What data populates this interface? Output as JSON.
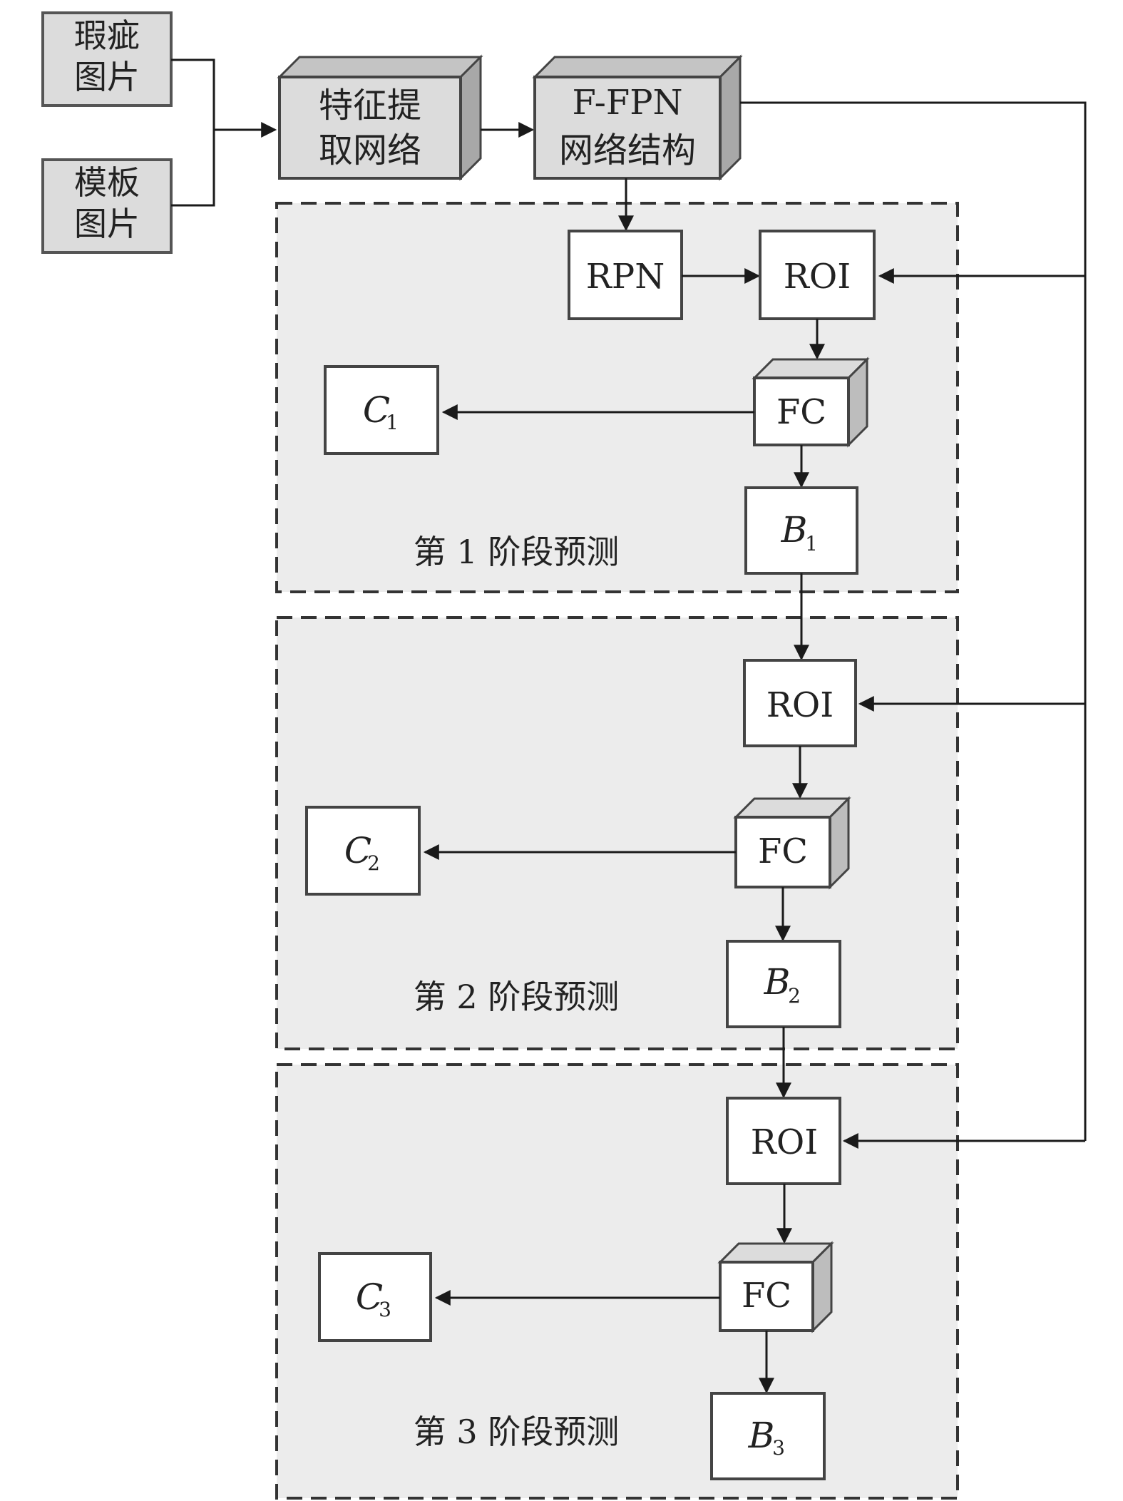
{
  "inputs": {
    "defect_image": "瑕疵图片",
    "template_image": "模板图片"
  },
  "feature_net": "特征提取网络",
  "ffpn": {
    "line1": "F-FPN",
    "line2": "网络结构"
  },
  "rpn": "RPN",
  "stages": [
    {
      "title": "第 1 阶段预测",
      "roi": "ROI",
      "fc": "FC",
      "cls": "C",
      "box": "B",
      "index": "1"
    },
    {
      "title": "第 2 阶段预测",
      "roi": "ROI",
      "fc": "FC",
      "cls": "C",
      "box": "B",
      "index": "2"
    },
    {
      "title": "第 3 阶段预测",
      "roi": "ROI",
      "fc": "FC",
      "cls": "C",
      "box": "B",
      "index": "3"
    }
  ]
}
